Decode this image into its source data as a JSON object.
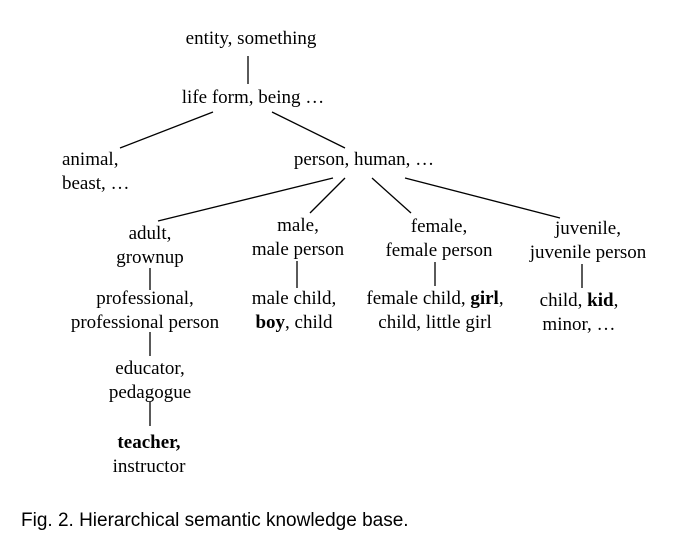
{
  "nodes": {
    "entity": {
      "line1": "entity, something"
    },
    "life_form": {
      "line1": "life form, being …"
    },
    "animal": {
      "line1": "animal,",
      "line2": "beast, …"
    },
    "person": {
      "line1": "person, human, …"
    },
    "adult": {
      "line1": "adult,",
      "line2": "grownup"
    },
    "male": {
      "line1": "male,",
      "line2": "male person"
    },
    "female": {
      "line1": "female,",
      "line2": "female person"
    },
    "juvenile": {
      "line1": "juvenile,",
      "line2": "juvenile person"
    },
    "professional": {
      "line1": "professional,",
      "line2": "professional person"
    },
    "male_child": {
      "line1": "male child,",
      "line2_bold": "boy",
      "line2_rest": ", child"
    },
    "female_child": {
      "line1_pre": "female child, ",
      "line1_bold": "girl",
      "line1_post": ",",
      "line2": "child, little girl"
    },
    "child": {
      "line1_pre": "child, ",
      "line1_bold": "kid",
      "line1_post": ",",
      "line2": "minor, …"
    },
    "educator": {
      "line1": "educator,",
      "line2": "pedagogue"
    },
    "teacher": {
      "line1_bold": "teacher,",
      "line2": "instructor"
    }
  },
  "caption": "Fig. 2. Hierarchical semantic knowledge base."
}
